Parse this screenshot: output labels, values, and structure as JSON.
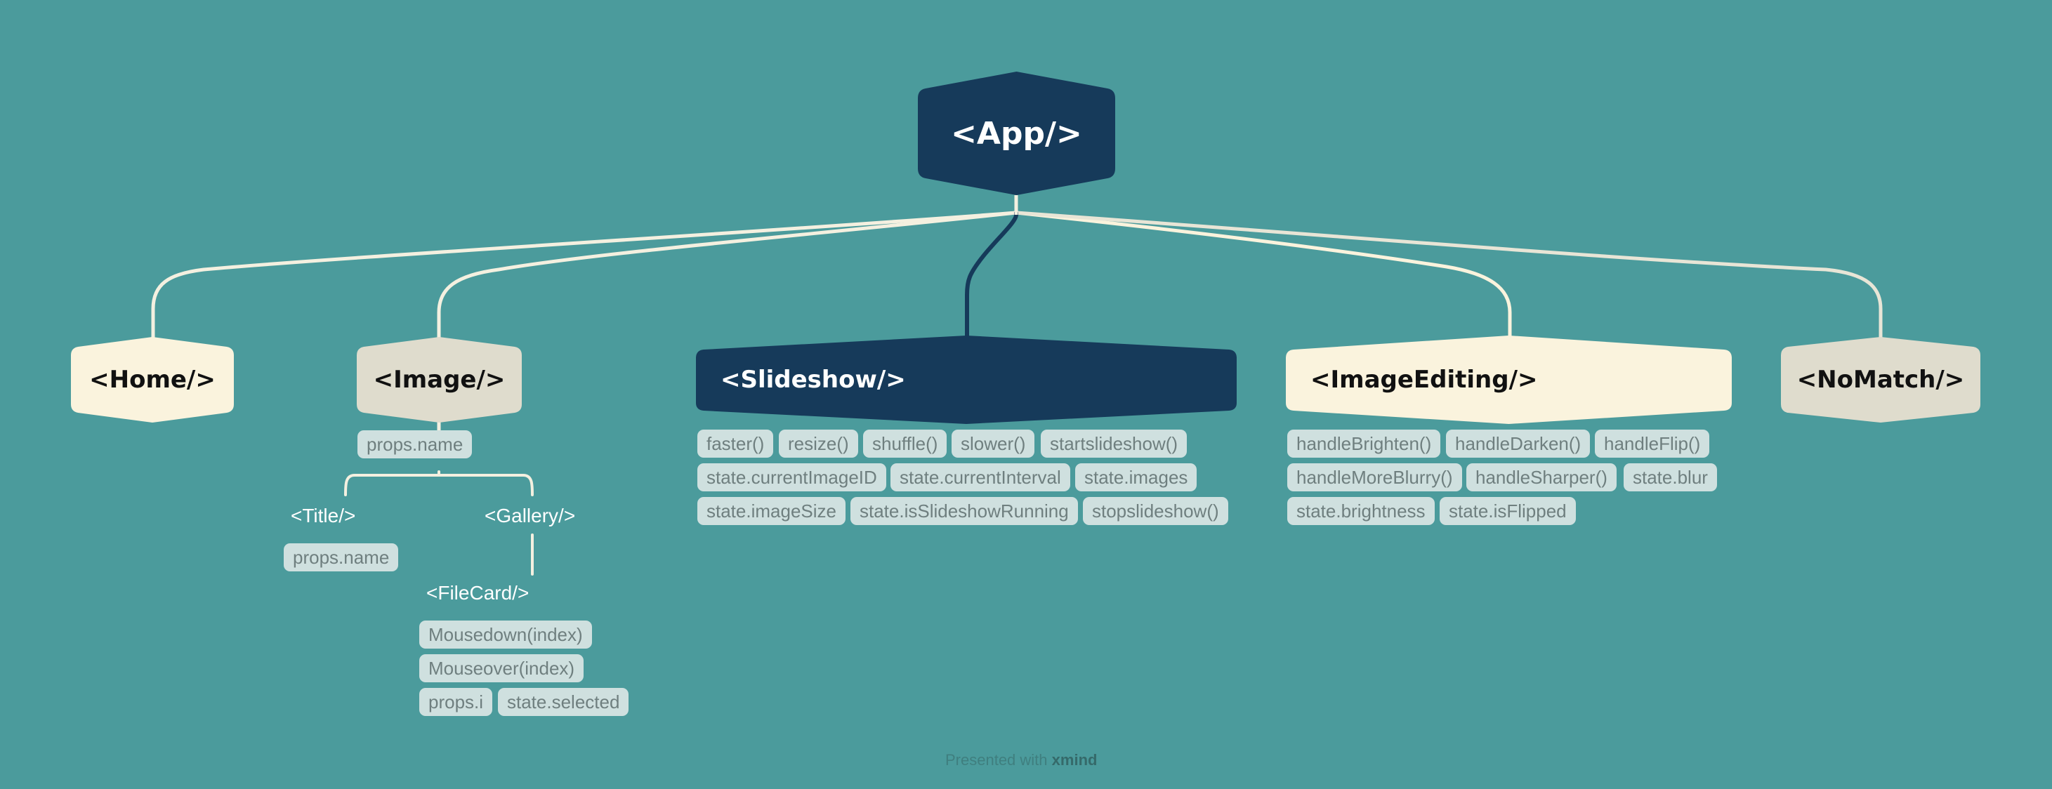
{
  "root": {
    "label": "<App/>"
  },
  "children": [
    {
      "id": "home",
      "label": "<Home/>"
    },
    {
      "id": "image",
      "label": "<Image/>"
    },
    {
      "id": "slideshow",
      "label": "<Slideshow/>"
    },
    {
      "id": "imageediting",
      "label": "<ImageEditing/>"
    },
    {
      "id": "nomatch",
      "label": "<NoMatch/>"
    }
  ],
  "image": {
    "props": [
      "props.name"
    ],
    "title": {
      "label": "<Title/>",
      "props": [
        "props.name"
      ]
    },
    "gallery": {
      "label": "<Gallery/>"
    },
    "filecard": {
      "label": "<FileCard/>",
      "props": [
        "Mousedown(index)",
        "Mouseover(index)",
        "props.i",
        "state.selected"
      ]
    }
  },
  "slideshow": {
    "props": [
      "faster()",
      "resize()",
      "shuffle()",
      "slower()",
      "startslideshow()",
      "state.currentImageID",
      "state.currentInterval",
      "state.images",
      "state.imageSize",
      "state.isSlideshowRunning",
      "stopslideshow()"
    ]
  },
  "imageediting": {
    "props": [
      "handleBrighten()",
      "handleDarken()",
      "handleFlip()",
      "handleMoreBlurry()",
      "handleSharper()",
      "state.blur",
      "state.brightness",
      "state.isFlipped"
    ]
  },
  "footer": {
    "prefix": "Presented with",
    "brand": "xmind"
  },
  "colors": {
    "background": "#4b9b9c",
    "dark_node": "#163a5a",
    "cream_node": "#faf3dd",
    "grey_node": "#dfdccd",
    "tag": "#cfe0df",
    "connector": "#f4f0e0"
  }
}
